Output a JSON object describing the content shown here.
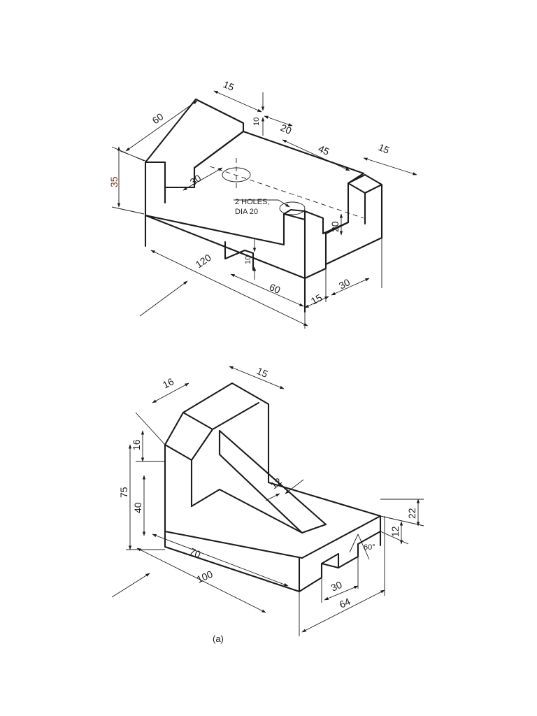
{
  "figure_caption": "(a)",
  "view_1": {
    "dims": {
      "d60": "60",
      "d15_top": "15",
      "d10": "10",
      "d20_top": "20",
      "d45": "45",
      "d15_right": "15",
      "d35": "35",
      "d30_hole": "30",
      "d20_slot": "20",
      "d10_bottom": "10",
      "d120": "120",
      "d60_bottom": "60",
      "d15_bottom": "15",
      "d30_bottom": "30"
    },
    "note_line1": "2 HOLES,",
    "note_line2": "DIA 20"
  },
  "view_2": {
    "dims": {
      "d16_top": "16",
      "d15_top": "15",
      "d16_left": "16",
      "d75": "75",
      "d40": "40",
      "d12_rib": "12",
      "d22": "22",
      "d12_right": "12",
      "d60deg": "60°",
      "d70": "70",
      "d100": "100",
      "d30": "30",
      "d64": "64"
    }
  }
}
